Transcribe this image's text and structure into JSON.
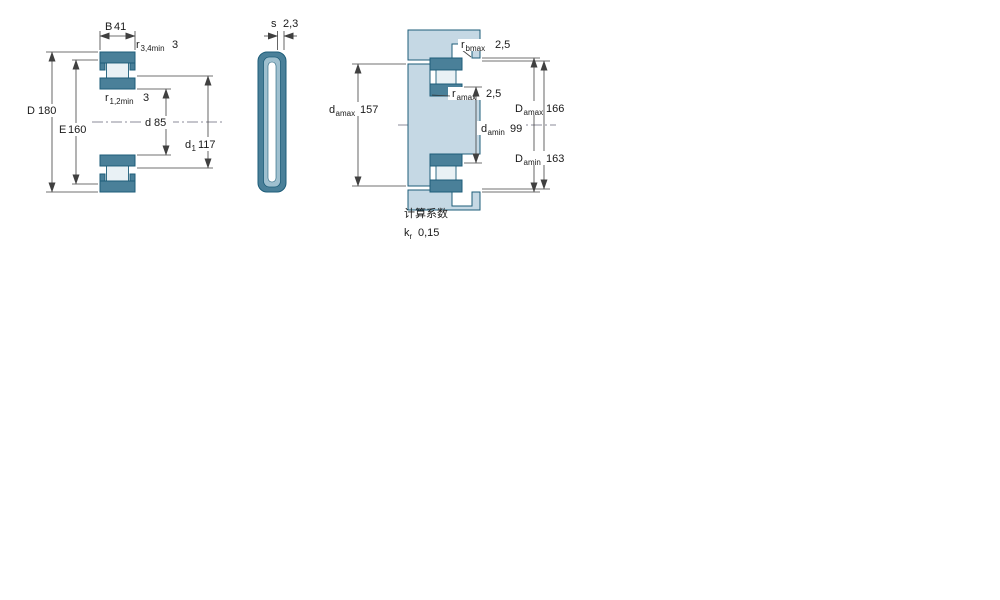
{
  "front": {
    "B": {
      "base": "B",
      "value": "41"
    },
    "r34": {
      "base": "r",
      "sub": "3,4min",
      "value": "3"
    },
    "r12": {
      "base": "r",
      "sub": "1,2min",
      "value": "3"
    },
    "D": {
      "base": "D",
      "value": "180"
    },
    "E": {
      "base": "E",
      "value": "160"
    },
    "d": {
      "base": "d",
      "value": "85"
    },
    "d1": {
      "base": "d",
      "sub": "1",
      "value": "117"
    }
  },
  "side": {
    "s": {
      "base": "s",
      "value": "2,3"
    }
  },
  "mounting": {
    "rbmax": {
      "base": "r",
      "sub": "bmax",
      "value": "2,5"
    },
    "damax": {
      "base": "d",
      "sub": "amax",
      "value": "157"
    },
    "ramax": {
      "base": "r",
      "sub": "amax",
      "value": "2,5"
    },
    "damin": {
      "base": "d",
      "sub": "amin",
      "value": "99"
    },
    "Damax": {
      "base": "D",
      "sub": "amax",
      "value": "166"
    },
    "Damin": {
      "base": "D",
      "sub": "amin",
      "value": "163"
    }
  },
  "factors": {
    "title": "计算系数",
    "kr": {
      "base": "k",
      "sub": "r",
      "value": "0,15"
    }
  },
  "colors": {
    "outline": "#1d5d79",
    "ring_fill": "#4a8099",
    "ring_light": "#9fc0cf",
    "roller_fill": "#e9f1f5",
    "shaded_fill": "#c5d8e4",
    "dim_color": "#404040",
    "page_bg": "#ffffff"
  }
}
